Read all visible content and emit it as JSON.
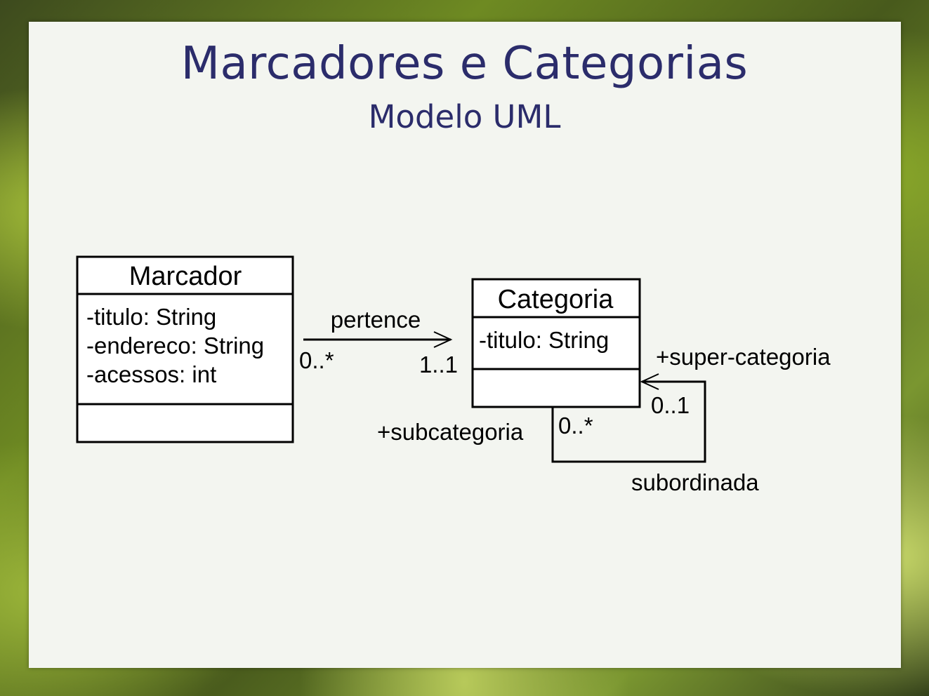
{
  "slide": {
    "title": "Marcadores e Categorias",
    "subtitle": "Modelo UML"
  },
  "classes": {
    "marcador": {
      "name": "Marcador",
      "attributes": [
        "-titulo: String",
        "-endereco: String",
        "-acessos: int"
      ]
    },
    "categoria": {
      "name": "Categoria",
      "attributes": [
        "-titulo: String"
      ]
    }
  },
  "associations": {
    "pertence": {
      "label": "pertence",
      "source_multiplicity": "0..*",
      "target_multiplicity": "1..1"
    },
    "subordinada": {
      "label": "subordinada",
      "role_source": "+subcategoria",
      "source_multiplicity": "0..*",
      "role_target": "+super-categoria",
      "target_multiplicity": "0..1"
    }
  }
}
